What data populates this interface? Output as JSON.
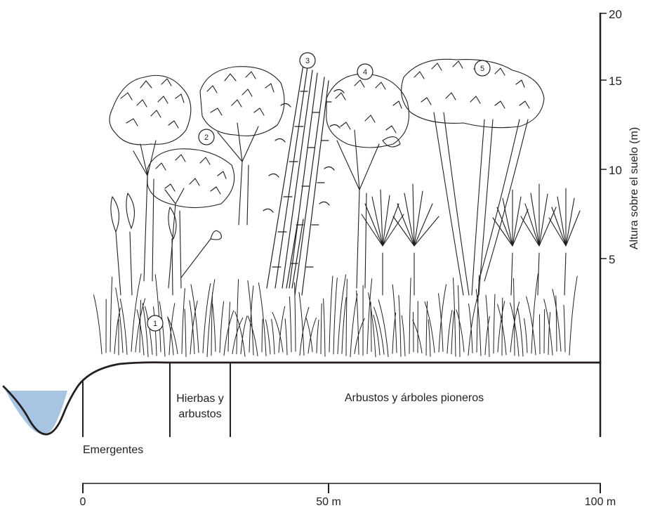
{
  "colors": {
    "ink": "#231f20",
    "water": "#a8c4e3"
  },
  "height_axis": {
    "label": "Altura sobre el suelo  (m)",
    "ticks": [
      "20",
      "15",
      "10",
      "5"
    ]
  },
  "distance_axis": {
    "ticks": [
      "0",
      "50 m",
      "100 m"
    ]
  },
  "zones": {
    "emergentes": "Emergentes",
    "hierbas_line1": "Hierbas y",
    "hierbas_line2": "arbustos",
    "arbustos_arboles": "Arbustos y árboles pioneros"
  },
  "markers": [
    "1",
    "2",
    "3",
    "4",
    "5"
  ],
  "illustration": {
    "icons": [
      "grass-clump-icon",
      "tree-icon",
      "bamboo-icon",
      "palm-icon",
      "water-body-icon"
    ]
  }
}
